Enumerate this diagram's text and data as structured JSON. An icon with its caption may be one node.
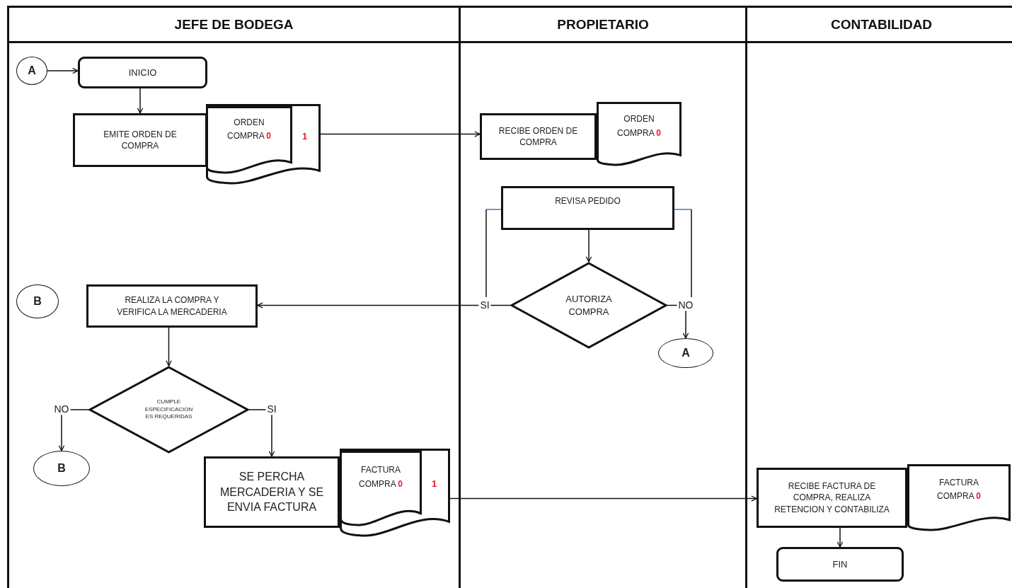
{
  "diagram": {
    "nodes": [
      {
        "text": [
          "JEFE DE BODEGA"
        ]
      },
      {
        "text": [
          "PROPIETARIO"
        ]
      },
      {
        "text": [
          "CONTABILIDAD"
        ]
      },
      {
        "text": [
          "A"
        ],
        "in": 0
      },
      {
        "text": [
          "INICIO"
        ],
        "in": 0
      },
      {
        "text": [
          "EMITE ORDEN DE COMPRA"
        ],
        "in": 0
      },
      {
        "text": [
          "ORDEN COMPRA",
          "0",
          "1"
        ],
        "in": 0
      },
      {
        "text": [
          "RECIBE ORDEN DE COMPRA"
        ],
        "in": 1
      },
      {
        "text": [
          "ORDEN COMPRA",
          "0"
        ],
        "in": 1
      },
      {
        "text": [
          "REVISA PEDIDO"
        ],
        "in": 1
      },
      {
        "text": [
          "AUTORIZA COMPRA"
        ],
        "in": 1
      },
      {
        "text": [
          "A"
        ],
        "in": 1
      },
      {
        "text": [
          "B"
        ],
        "in": 0
      },
      {
        "text": [
          "REALIZA LA COMPRA Y VERIFICA LA MERCADERIA"
        ],
        "in": 0
      },
      {
        "text": [
          "CUMPLE ESPECIFICACION ES REQUERIDAS"
        ],
        "in": 0
      },
      {
        "text": [
          "B"
        ],
        "in": 0
      },
      {
        "text": [
          "SE PERCHA MERCADERIA Y SE ENVIA FACTURA"
        ],
        "in": 0
      },
      {
        "text": [
          "FACTURA COMPRA",
          "0",
          "1"
        ],
        "in": 0
      },
      {
        "text": [
          "RECIBE FACTURA DE COMPRA, REALIZA RETENCION Y CONTABILIZA"
        ],
        "in": 2
      },
      {
        "text": [
          "FACTURA COMPRA",
          "0"
        ],
        "in": 2
      },
      {
        "text": [
          "FIN"
        ],
        "in": 2
      }
    ],
    "edges": [
      {
        "from": 3,
        "to": 4,
        "arrow": "to"
      },
      {
        "from": 4,
        "to": 5,
        "arrow": "to"
      },
      {
        "from": 6,
        "to": 7,
        "arrow": "to"
      },
      {
        "from": 9,
        "to": 10,
        "arrow": "to"
      },
      {
        "from": 10,
        "to": 13,
        "arrow": "to",
        "label": "SI"
      },
      {
        "from": 10,
        "to": 11,
        "arrow": "to",
        "label": "NO"
      },
      {
        "from": 13,
        "to": 14,
        "arrow": "to"
      },
      {
        "from": 14,
        "to": 15,
        "arrow": "to",
        "label": "NO"
      },
      {
        "from": 14,
        "to": 16,
        "arrow": "to",
        "label": "SI"
      },
      {
        "from": 17,
        "to": 18,
        "arrow": "to"
      },
      {
        "from": 18,
        "to": 20,
        "arrow": "to"
      }
    ]
  }
}
